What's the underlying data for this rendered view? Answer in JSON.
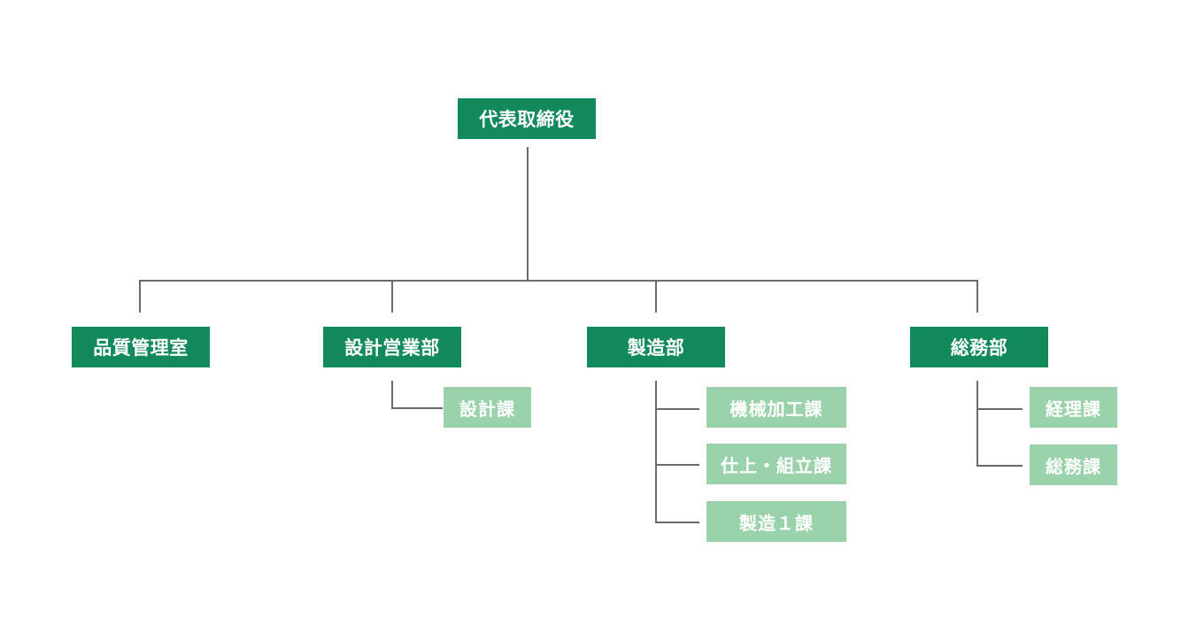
{
  "colors": {
    "primary_box": "#128a5c",
    "secondary_box": "#9ad3ab",
    "connector": "#6b6b6b",
    "text": "#ffffff"
  },
  "org": {
    "root": "代表取締役",
    "departments": [
      {
        "label": "品質管理室",
        "sections": []
      },
      {
        "label": "設計営業部",
        "sections": [
          "設計課"
        ]
      },
      {
        "label": "製造部",
        "sections": [
          "機械加工課",
          "仕上・組立課",
          "製造１課"
        ]
      },
      {
        "label": "総務部",
        "sections": [
          "経理課",
          "総務課"
        ]
      }
    ]
  }
}
